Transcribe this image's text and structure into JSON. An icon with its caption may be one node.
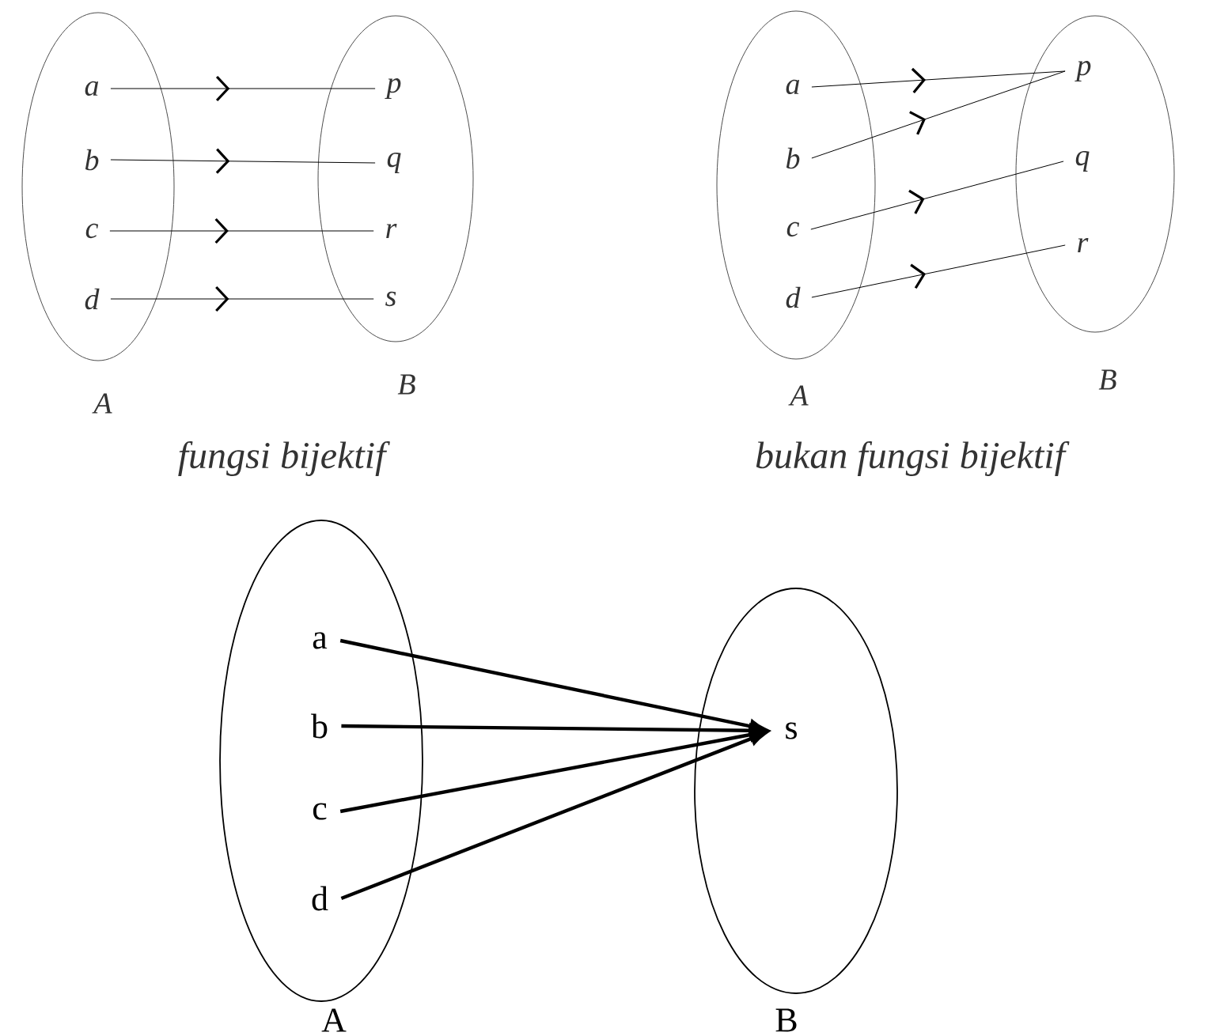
{
  "diagram": {
    "nodes": [
      {
        "text": [
          "A"
        ]
      },
      {
        "text": [
          "a"
        ],
        "in": 0
      },
      {
        "text": [
          "b"
        ],
        "in": 0
      },
      {
        "text": [
          "c"
        ],
        "in": 0
      },
      {
        "text": [
          "d"
        ],
        "in": 0
      },
      {
        "text": [
          "B"
        ]
      },
      {
        "text": [
          "p"
        ],
        "in": 5
      },
      {
        "text": [
          "q"
        ],
        "in": 5
      },
      {
        "text": [
          "r"
        ],
        "in": 5
      },
      {
        "text": [
          "s"
        ],
        "in": 5
      },
      {
        "text": [
          "A"
        ]
      },
      {
        "text": [
          "a"
        ],
        "in": 10
      },
      {
        "text": [
          "b"
        ],
        "in": 10
      },
      {
        "text": [
          "c"
        ],
        "in": 10
      },
      {
        "text": [
          "d"
        ],
        "in": 10
      },
      {
        "text": [
          "B"
        ]
      },
      {
        "text": [
          "p"
        ],
        "in": 15
      },
      {
        "text": [
          "q"
        ],
        "in": 15
      },
      {
        "text": [
          "r"
        ],
        "in": 15
      },
      {
        "text": [
          "A"
        ]
      },
      {
        "text": [
          "a"
        ],
        "in": 19
      },
      {
        "text": [
          "b"
        ],
        "in": 19
      },
      {
        "text": [
          "c"
        ],
        "in": 19
      },
      {
        "text": [
          "d"
        ],
        "in": 19
      },
      {
        "text": [
          "B"
        ]
      },
      {
        "text": [
          "s"
        ],
        "in": 24
      }
    ],
    "edges": [
      {
        "from": 1,
        "to": 6,
        "arrow": "to"
      },
      {
        "from": 2,
        "to": 7,
        "arrow": "to"
      },
      {
        "from": 3,
        "to": 8,
        "arrow": "to"
      },
      {
        "from": 4,
        "to": 9,
        "arrow": "to"
      },
      {
        "from": 11,
        "to": 16,
        "arrow": "to"
      },
      {
        "from": 12,
        "to": 16,
        "arrow": "to"
      },
      {
        "from": 13,
        "to": 17,
        "arrow": "to"
      },
      {
        "from": 14,
        "to": 18,
        "arrow": "to"
      },
      {
        "from": 20,
        "to": 25,
        "arrow": "to",
        "style": "thick"
      },
      {
        "from": 21,
        "to": 25,
        "arrow": "to",
        "style": "thick"
      },
      {
        "from": 22,
        "to": 25,
        "arrow": "to",
        "style": "thick"
      },
      {
        "from": 23,
        "to": 25,
        "arrow": "to",
        "style": "thick"
      }
    ],
    "labels": [
      "fungsi bijektif",
      "bukan fungsi bijektif"
    ]
  }
}
